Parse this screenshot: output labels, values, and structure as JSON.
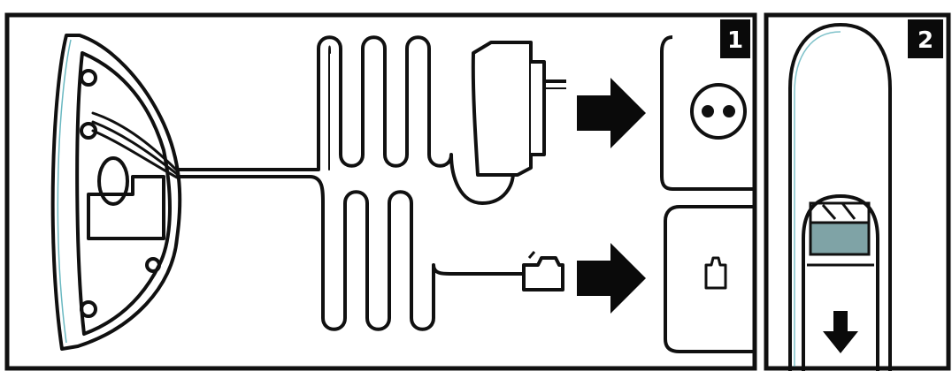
{
  "panels": [
    {
      "id": "panel-1",
      "step_label": "1"
    },
    {
      "id": "panel-2",
      "step_label": "2"
    }
  ],
  "colors": {
    "line": "#101010",
    "tint": "#2a9aa6",
    "background": "#ffffff",
    "badge": "#0a0a0a",
    "window": "#7fa3a6"
  },
  "icons": {
    "base_station": "phone-base-station-icon",
    "power_adapter": "power-adapter-icon",
    "power_socket": "power-socket-icon",
    "phone_jack": "phone-jack-icon",
    "phone_plug": "phone-plug-icon",
    "arrow": "arrow-right-icon",
    "handset": "handset-icon",
    "battery": "battery-icon",
    "slide_down": "arrow-down-icon"
  }
}
